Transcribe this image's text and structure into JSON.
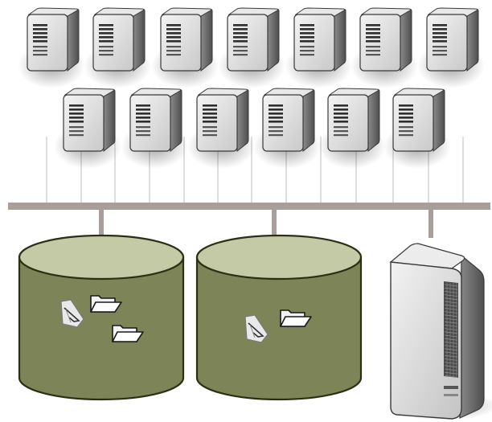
{
  "diagram": {
    "kind": "network-storage-topology",
    "palette": {
      "server_body": "#d9d9d9",
      "server_side": "#6f6f6f",
      "server_vent": "#2e2e2e",
      "bus_line": "#a89f9a",
      "drop_line": "#bdbdbd",
      "disk_fill": "#7d8457",
      "disk_top": "#c4c9a6",
      "disk_edge": "#2d2f14",
      "rack_body": "#dcdcdc",
      "rack_side": "#6c6c6c",
      "icon_stroke": "#1a1a1a"
    },
    "servers_top_row": [
      {
        "id": "server-1",
        "icon": "tower-server-icon"
      },
      {
        "id": "server-2",
        "icon": "tower-server-icon"
      },
      {
        "id": "server-3",
        "icon": "tower-server-icon"
      },
      {
        "id": "server-4",
        "icon": "tower-server-icon"
      },
      {
        "id": "server-5",
        "icon": "tower-server-icon"
      },
      {
        "id": "server-6",
        "icon": "tower-server-icon"
      },
      {
        "id": "server-7",
        "icon": "tower-server-icon"
      }
    ],
    "servers_bottom_row": [
      {
        "id": "server-8",
        "icon": "tower-server-icon"
      },
      {
        "id": "server-9",
        "icon": "tower-server-icon"
      },
      {
        "id": "server-10",
        "icon": "tower-server-icon"
      },
      {
        "id": "server-11",
        "icon": "tower-server-icon"
      },
      {
        "id": "server-12",
        "icon": "tower-server-icon"
      },
      {
        "id": "server-13",
        "icon": "tower-server-icon"
      }
    ],
    "storage_volumes": [
      {
        "id": "volume-1",
        "icon": "disk-cylinder-icon",
        "contents": [
          "shortcut-icon",
          "folder-icon",
          "folder-icon"
        ]
      },
      {
        "id": "volume-2",
        "icon": "disk-cylinder-icon",
        "contents": [
          "shortcut-icon",
          "folder-icon"
        ]
      }
    ],
    "storage_server": {
      "id": "rack-storage-server",
      "icon": "rack-server-icon"
    }
  }
}
